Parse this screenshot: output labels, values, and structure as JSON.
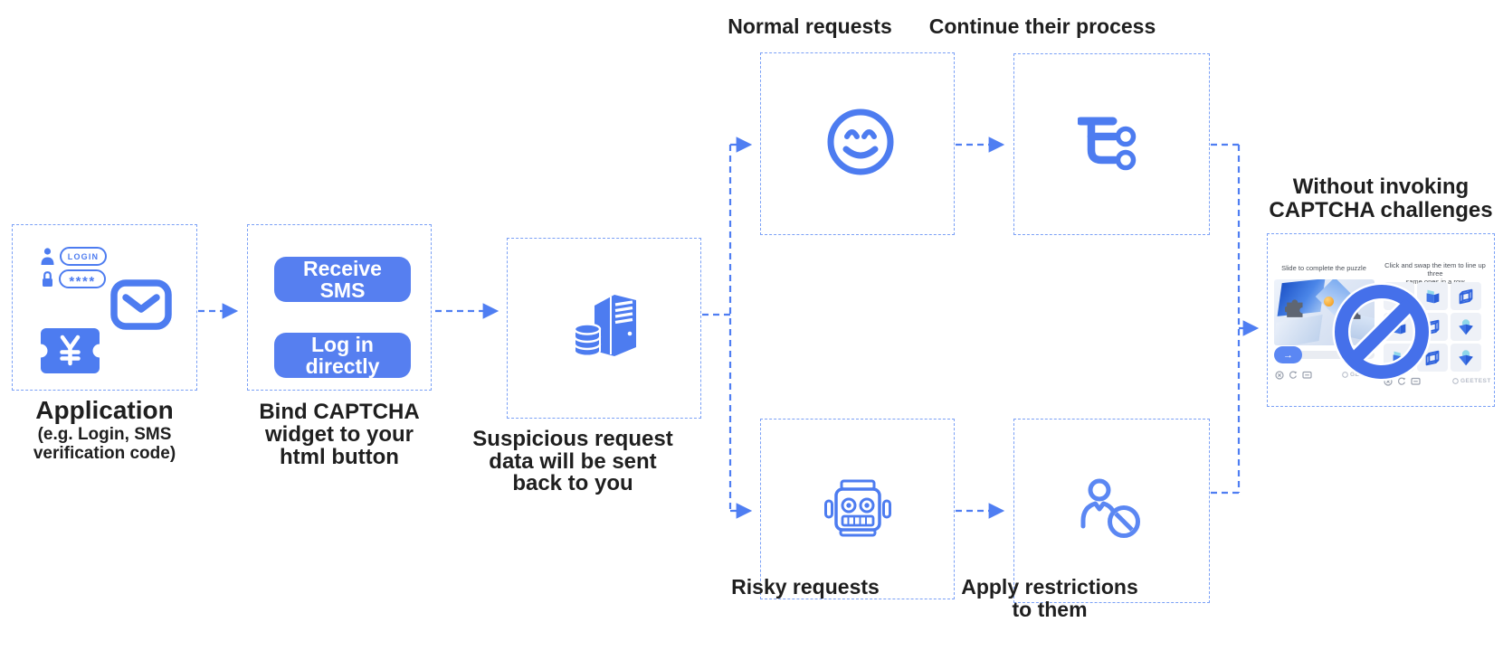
{
  "colors": {
    "primary_blue": "#4d7cf0",
    "button_blue": "#567ff0",
    "arrow_blue": "#4f7ef2",
    "dashed_border_blue": "#7aa0f6",
    "label_text": "#1f1f1f",
    "geetest_gray": "#b7bdc9",
    "orange_ball": "#f2a33c",
    "puzzle_gray": "#5f6672"
  },
  "nodes": {
    "application": {
      "label": "Application",
      "sublabel": "(e.g. Login, SMS\nverification code)",
      "login_field": "LOGIN",
      "password_field": "****"
    },
    "bind_widget": {
      "label": "Bind CAPTCHA\nwidget to your\nhtml button",
      "receive_sms_button": "Receive\nSMS",
      "login_directly_button": "Log in\ndirectly"
    },
    "suspicious": {
      "label": "Suspicious request\ndata will be sent\nback to you"
    },
    "normal": {
      "label": "Normal requests"
    },
    "continue_process": {
      "label": "Continue their process"
    },
    "risky": {
      "label": "Risky requests"
    },
    "apply_restrictions": {
      "label": "Apply restrictions\nto them"
    },
    "result": {
      "label": "Without invoking\nCAPTCHA challenges",
      "slide_captcha": {
        "caption": "Slide to complete the puzzle",
        "slider_arrow": "→",
        "brand": "GEETEST"
      },
      "match_captcha": {
        "caption": "Click and swap the item to line up three\nsame ones in a row",
        "brand": "GEETEST",
        "grid": [
          [
            "top",
            "folder",
            "cube"
          ],
          [
            "folder",
            "cube",
            "top"
          ],
          [
            "folder",
            "cube",
            "top"
          ]
        ]
      }
    }
  }
}
